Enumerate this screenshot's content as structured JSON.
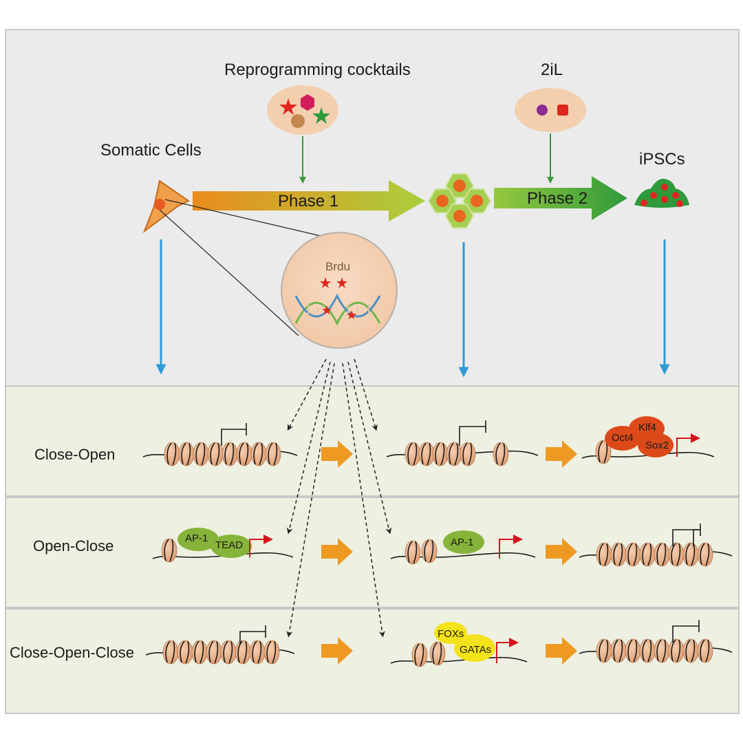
{
  "top": {
    "cocktail_label": "Reprogramming cocktails",
    "twoil_label": "2iL",
    "somatic_label": "Somatic Cells",
    "ipsc_label": "iPSCs",
    "phase1_label": "Phase 1",
    "phase2_label": "Phase 2",
    "brdu_label": "Brdu"
  },
  "rows": [
    {
      "label": "Close-Open",
      "tfs": [
        "Oct4",
        "Klf4",
        "Sox2"
      ]
    },
    {
      "label": "Open-Close",
      "tfs": [
        "AP-1",
        "TEAD",
        "AP-1"
      ]
    },
    {
      "label": "Close-Open-Close",
      "tfs": [
        "FOXs",
        "GATAs"
      ]
    }
  ],
  "colors": {
    "top_panel": "#ebebeb",
    "bottom_panel": "#eef0e1",
    "panel_border": "#c8c8c8",
    "nucleosome": "#e2a77f",
    "blue_arrow": "#2e9ad6",
    "green_arrow": "#3a9a3a",
    "orange_arrow": "#ee9a22",
    "tss_arrow": "#d4141c",
    "oct_complex": "#dd4a1a",
    "ap1": "#86b43a",
    "fox": "#f4e21a"
  }
}
